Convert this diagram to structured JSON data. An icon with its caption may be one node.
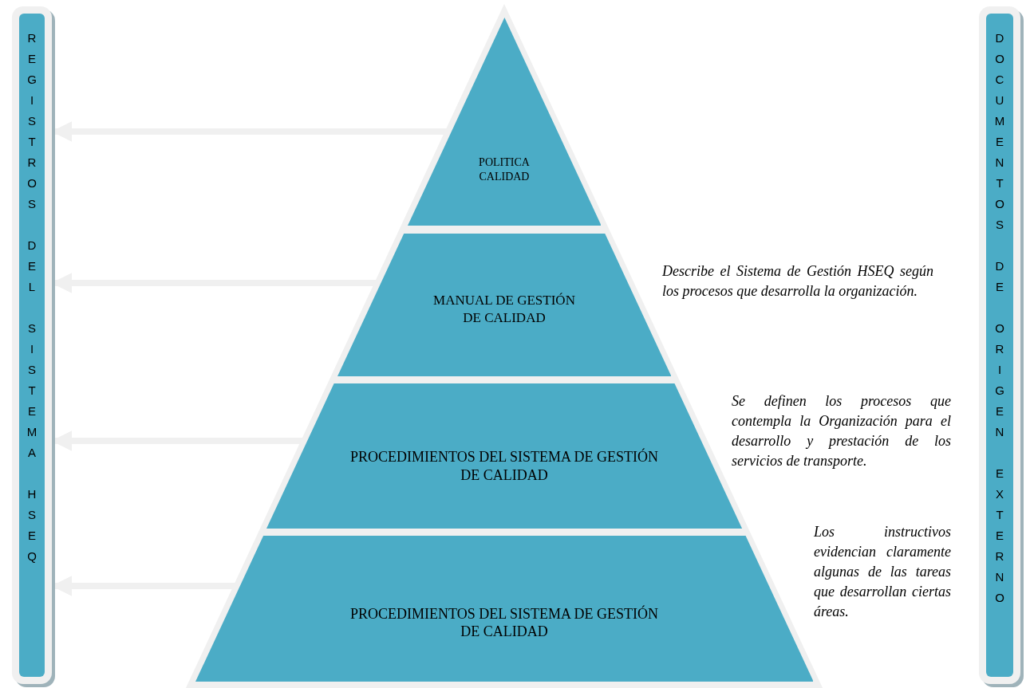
{
  "diagram": {
    "nodes": [
      {
        "text": [
          "REGISTROS DEL SISTEMA HSEQ"
        ]
      },
      {
        "text": [
          "DOCUMENTOS DE ORIGEN EXTERNO"
        ]
      },
      {
        "text": [
          "POLITICA CALIDAD"
        ]
      },
      {
        "text": [
          "MANUAL DE GESTIÓN DE CALIDAD"
        ],
        "beside": [
          "Describe el Sistema de Gestión HSEQ según los procesos que desarrolla la organización."
        ]
      },
      {
        "text": [
          "PROCEDIMIENTOS DEL SISTEMA DE GESTIÓN DE CALIDAD"
        ],
        "beside": [
          "Se definen los procesos que contempla la Organización para el desarrollo y prestación de los servicios de transporte."
        ]
      },
      {
        "text": [
          "PROCEDIMIENTOS DEL SISTEMA DE GESTIÓN DE CALIDAD"
        ],
        "beside": [
          "Los instructivos evidencian claramente algunas de las tareas que desarrollan ciertas áreas."
        ]
      }
    ],
    "edges": [
      {
        "from": 2,
        "to": 0,
        "arrow": "to"
      },
      {
        "from": 3,
        "to": 0,
        "arrow": "to"
      },
      {
        "from": 4,
        "to": 0,
        "arrow": "to"
      },
      {
        "from": 5,
        "to": 0,
        "arrow": "to"
      }
    ]
  }
}
